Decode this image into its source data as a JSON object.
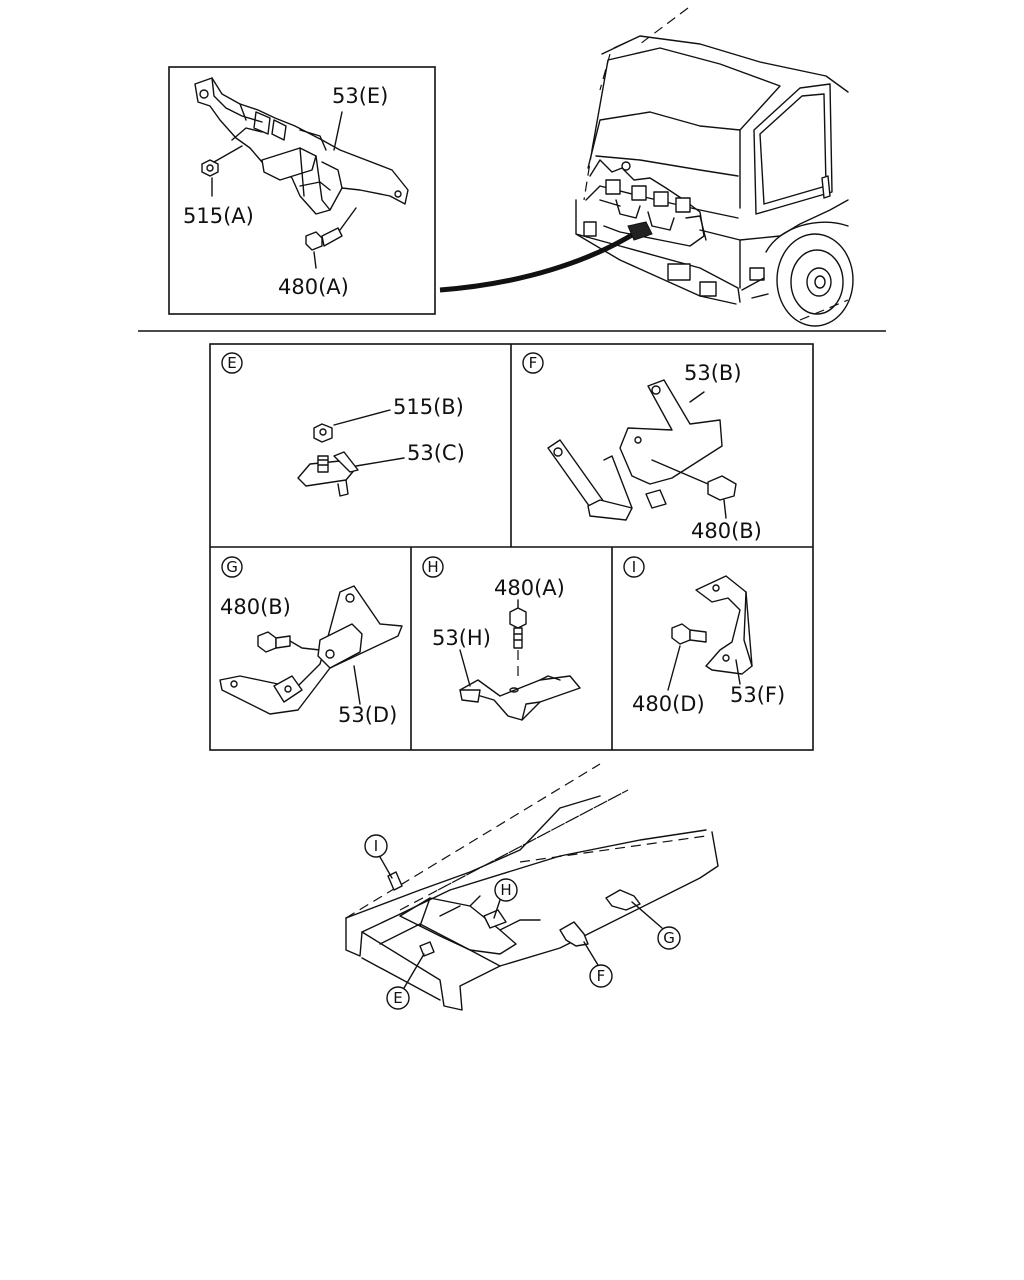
{
  "detail_box": {
    "labels": {
      "bracket": "53(E)",
      "nut": "515(A)",
      "bolt": "480(A)"
    }
  },
  "panels": {
    "E": {
      "marker": "E",
      "labels": {
        "nut": "515(B)",
        "bracket": "53(C)"
      }
    },
    "F": {
      "marker": "F",
      "labels": {
        "bracket": "53(B)",
        "bolt": "480(B)"
      }
    },
    "G": {
      "marker": "G",
      "labels": {
        "bolt": "480(B)",
        "bracket": "53(D)"
      }
    },
    "H": {
      "marker": "H",
      "labels": {
        "bolt": "480(A)",
        "bracket": "53(H)"
      }
    },
    "I": {
      "marker": "I",
      "labels": {
        "bolt": "480(D)",
        "bracket": "53(F)"
      }
    }
  },
  "chassis_callouts": {
    "I": "I",
    "H": "H",
    "E": "E",
    "F": "F",
    "G": "G"
  }
}
